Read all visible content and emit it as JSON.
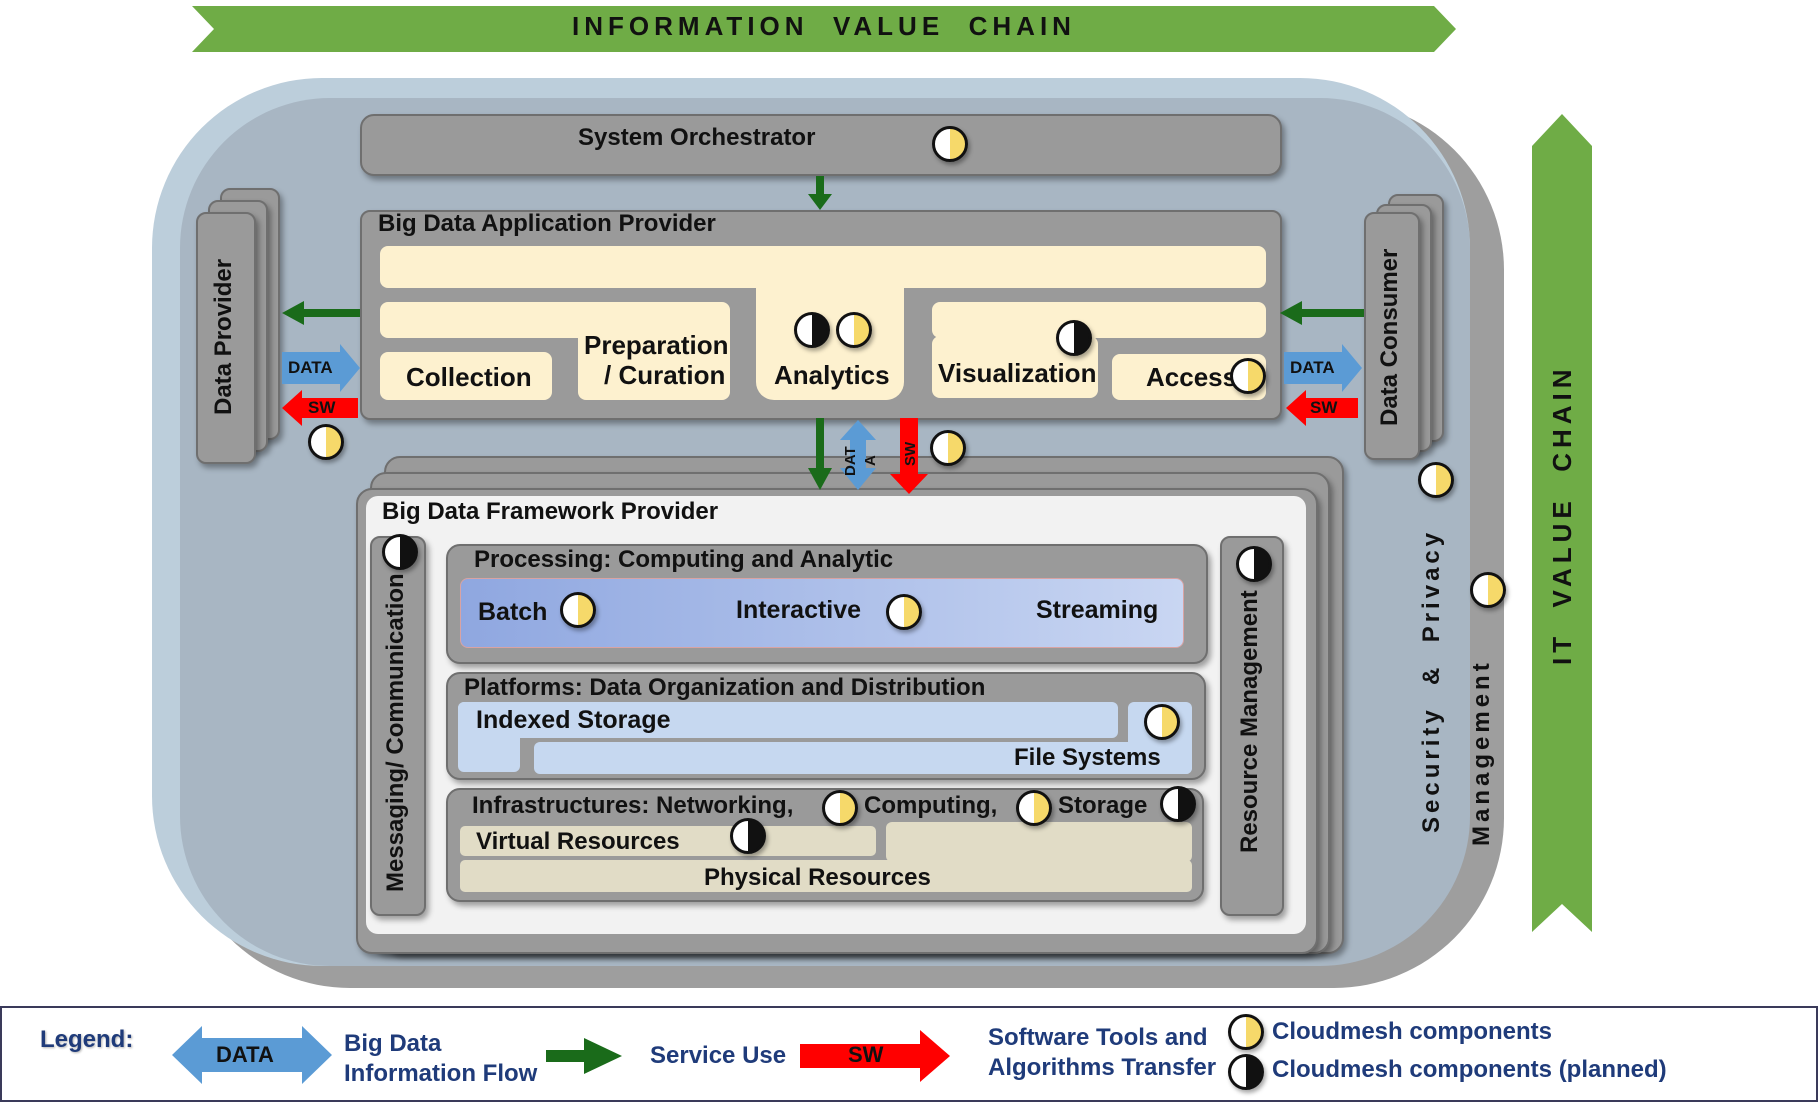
{
  "banners": {
    "info_value_chain": "INFORMATION  VALUE  CHAIN",
    "it_value_chain": "IT  VALUE  CHAIN"
  },
  "orchestrator": {
    "title": "System Orchestrator"
  },
  "app_provider": {
    "title": "Big Data Application Provider",
    "activities": {
      "collection": "Collection",
      "preparation_1": "Preparation",
      "preparation_2": "/ Curation",
      "analytics": "Analytics",
      "visualization": "Visualization",
      "access": "Access"
    }
  },
  "data_provider": {
    "title": "Data Provider"
  },
  "data_consumer": {
    "title": "Data Consumer"
  },
  "flow_labels": {
    "data": "DATA",
    "sw": "SW",
    "data_vertical_1": "DAT",
    "data_vertical_2": "A"
  },
  "framework": {
    "title": "Big Data Framework Provider",
    "messaging": "Messaging/ Communication",
    "resource_management": "Resource Management",
    "processing": {
      "title": "Processing: Computing and Analytic",
      "batch": "Batch",
      "interactive": "Interactive",
      "streaming": "Streaming"
    },
    "platforms": {
      "title": "Platforms: Data Organization and Distribution",
      "indexed_storage": "Indexed Storage",
      "file_systems": "File Systems"
    },
    "infrastructures": {
      "title_1": "Infrastructures: Networking,",
      "title_2": "Computing,",
      "title_3": "Storage",
      "virtual": "Virtual Resources",
      "physical": "Physical Resources"
    }
  },
  "security": {
    "line_1": "Security  &  Privacy",
    "line_2": "Management"
  },
  "legend": {
    "title": "Legend:",
    "data_arrow": "DATA",
    "data_flow_1": "Big Data",
    "data_flow_2": "Information Flow",
    "service_use": "Service Use",
    "sw_arrow": "SW",
    "sw_transfer_1": "Software Tools and",
    "sw_transfer_2": "Algorithms Transfer",
    "cloudmesh": "Cloudmesh components",
    "cloudmesh_planned": "Cloudmesh components (planned)"
  },
  "colors": {
    "banner_green": "#6fac46",
    "service_arrow": "#1a6b1a",
    "data_arrow": "#5b9bd5",
    "sw_arrow": "#ff0000",
    "component_yellow": "#f6d96a",
    "legend_text": "#1f3b7a"
  }
}
